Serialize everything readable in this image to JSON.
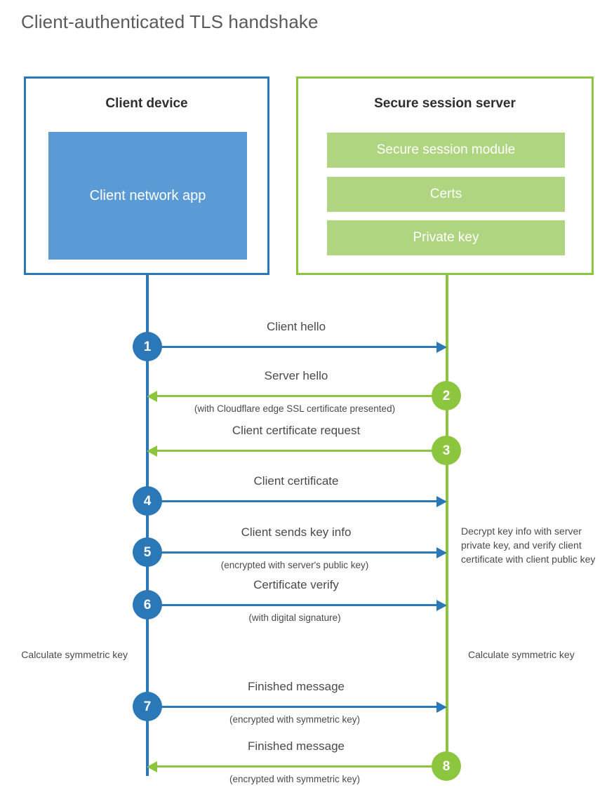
{
  "title": "Client-authenticated TLS handshake",
  "colors": {
    "client_blue": "#2a78b8",
    "client_app_fill": "#5b9bd5",
    "server_green": "#8cc63f",
    "server_bar_fill": "#b0d580",
    "text_gray": "#4a4a4a",
    "title_gray": "#5a5a5a",
    "background": "#ffffff"
  },
  "client": {
    "title": "Client device",
    "app_label": "Client network app"
  },
  "server": {
    "title": "Secure session server",
    "components": [
      "Secure session module",
      "Certs",
      "Private key"
    ]
  },
  "messages": [
    {
      "step": "1",
      "label": "Client hello",
      "sublabel": "",
      "direction": "right",
      "color": "blue",
      "circle_side": "left"
    },
    {
      "step": "2",
      "label": "Server hello",
      "sublabel": "(with Cloudflare edge SSL certificate presented)",
      "direction": "left",
      "color": "green",
      "circle_side": "right"
    },
    {
      "step": "3",
      "label": "Client certificate request",
      "sublabel": "",
      "direction": "left",
      "color": "green",
      "circle_side": "right"
    },
    {
      "step": "4",
      "label": "Client certificate",
      "sublabel": "",
      "direction": "right",
      "color": "blue",
      "circle_side": "left"
    },
    {
      "step": "5",
      "label": "Client sends key info",
      "sublabel": "(encrypted with server's public key)",
      "direction": "right",
      "color": "blue",
      "circle_side": "left"
    },
    {
      "step": "6",
      "label": "Certificate verify",
      "sublabel": "(with digital signature)",
      "direction": "right",
      "color": "blue",
      "circle_side": "left"
    },
    {
      "step": "7",
      "label": "Finished message",
      "sublabel": "(encrypted with symmetric key)",
      "direction": "right",
      "color": "blue",
      "circle_side": "left"
    },
    {
      "step": "8",
      "label": "Finished message",
      "sublabel": "(encrypted with symmetric key)",
      "direction": "left",
      "color": "green",
      "circle_side": "right"
    }
  ],
  "notes": {
    "server_decrypt": "Decrypt key info with server private key, and verify client certificate with client public key",
    "client_symmetric_key": "Calculate symmetric key",
    "server_symmetric_key": "Calculate symmetric key"
  }
}
